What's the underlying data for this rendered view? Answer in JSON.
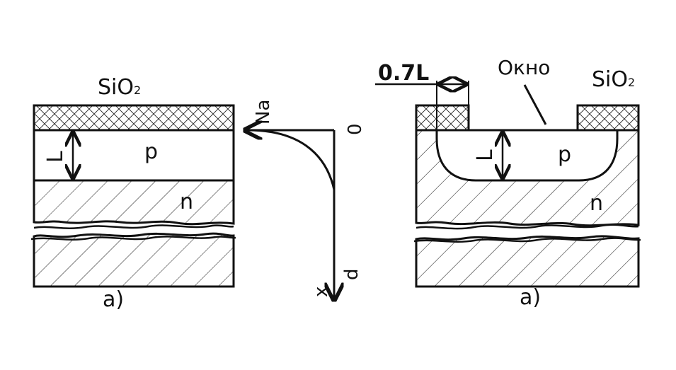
{
  "left": {
    "oxide_label": "SiO",
    "oxide_sub": "2",
    "thickness_label": "L",
    "p_label": "p",
    "n_label": "n",
    "caption": "a)"
  },
  "profile": {
    "concentration_label": "Na",
    "origin_label": "0",
    "depth_label": "d",
    "x_label": "x"
  },
  "right": {
    "offset_label": "0.7L",
    "window_label": "Окно",
    "oxide_label": "SiO",
    "oxide_sub": "2",
    "thickness_label": "L",
    "p_label": "p",
    "n_label": "n",
    "caption": "a)"
  }
}
